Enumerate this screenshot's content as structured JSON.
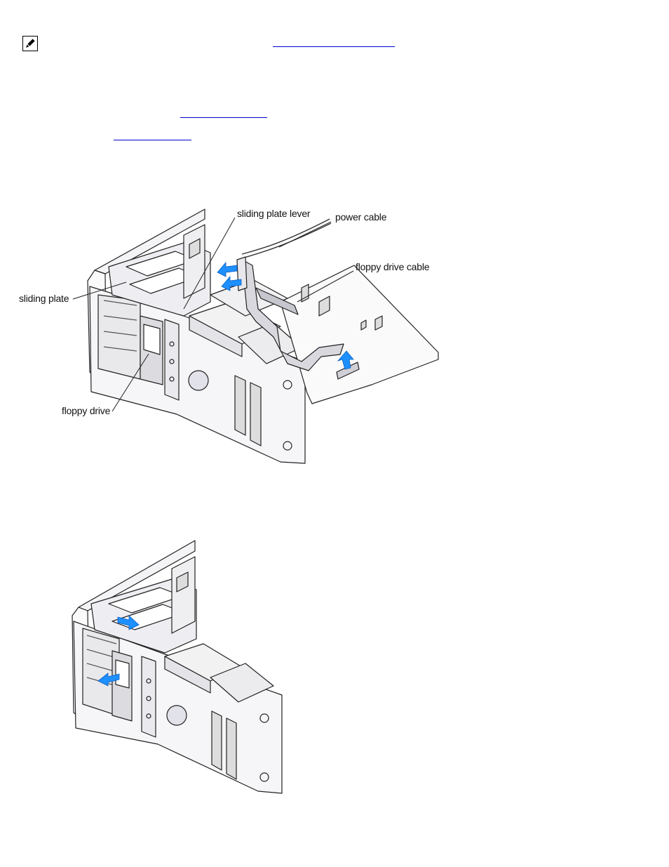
{
  "figure1": {
    "callouts": {
      "sliding_plate_lever": "sliding plate lever",
      "power_cable": "power cable",
      "floppy_drive_cable": "floppy drive cable",
      "sliding_plate": "sliding plate",
      "floppy_drive": "floppy drive"
    }
  },
  "colors": {
    "link": "#0000cc",
    "arrow": "#1e90ff",
    "line": "#222222"
  },
  "icons": [
    "note-pencil-icon"
  ]
}
